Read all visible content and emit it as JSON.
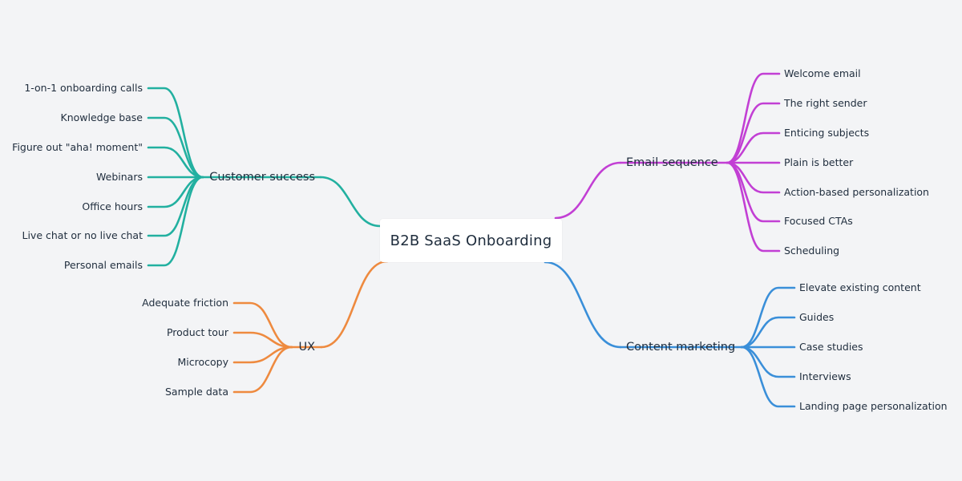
{
  "diagram": {
    "root": {
      "label": "B2B SaaS Onboarding"
    },
    "branches": [
      {
        "id": "customer-success",
        "label": "Customer success",
        "color": "#22b0a0",
        "side": "left",
        "children": [
          "1-on-1 onboarding calls",
          "Knowledge base",
          "Figure out \"aha! moment\"",
          "Webinars",
          "Office hours",
          "Live chat or no live chat",
          "Personal emails"
        ]
      },
      {
        "id": "ux",
        "label": "UX",
        "color": "#ee8a3f",
        "side": "left",
        "children": [
          "Adequate friction",
          "Product tour",
          "Microcopy",
          "Sample data"
        ]
      },
      {
        "id": "email-sequence",
        "label": "Email sequence",
        "color": "#c23fd4",
        "side": "right",
        "children": [
          "Welcome email",
          "The right sender",
          "Enticing subjects",
          "Plain is better",
          "Action-based personalization",
          "Focused CTAs",
          "Scheduling"
        ]
      },
      {
        "id": "content-marketing",
        "label": "Content marketing",
        "color": "#3a8fd9",
        "side": "right",
        "children": [
          "Elevate existing content",
          "Guides",
          "Case studies",
          "Interviews",
          "Landing page personalization"
        ]
      }
    ]
  }
}
